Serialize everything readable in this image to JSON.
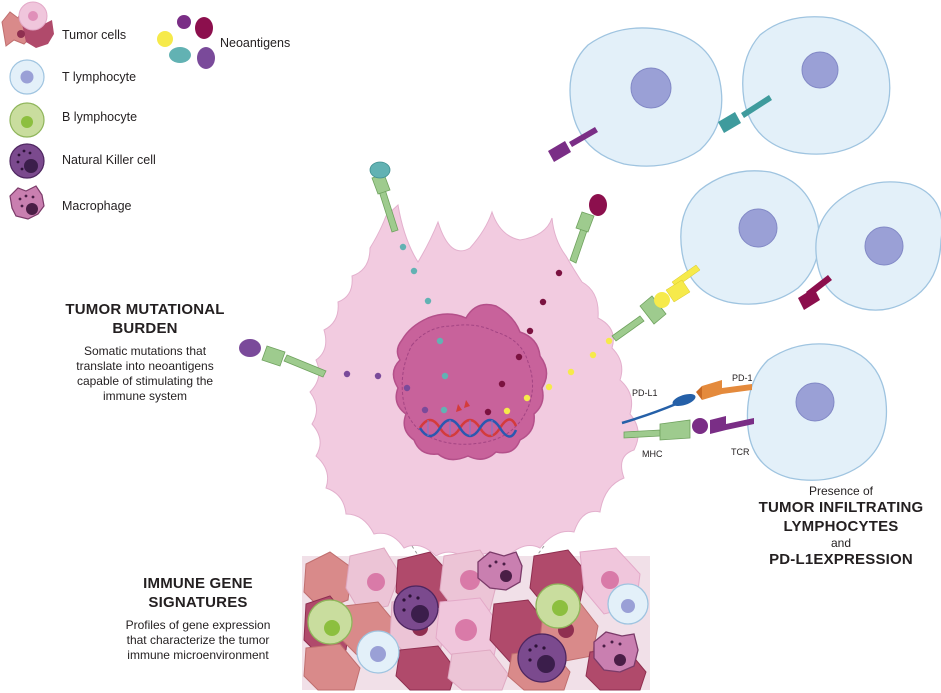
{
  "legend": {
    "tumor_cells": "Tumor cells",
    "t_lymphocyte": "T lymphocyte",
    "b_lymphocyte": "B lymphocyte",
    "nk_cell": "Natural Killer cell",
    "macrophage": "Macrophage",
    "neoantigens": "Neoantigens"
  },
  "tmb": {
    "heading_line1": "TUMOR MUTATIONAL",
    "heading_line2": "BURDEN",
    "desc_line1": "Somatic mutations that",
    "desc_line2": "translate into neoantigens",
    "desc_line3": "capable of stimulating the",
    "desc_line4": "immune system"
  },
  "igs": {
    "heading_line1": "IMMUNE GENE",
    "heading_line2": "SIGNATURES",
    "desc_line1": "Profiles of gene expression",
    "desc_line2": "that characterize the tumor",
    "desc_line3": "immune microenvironment"
  },
  "til": {
    "presence_of": "Presence of",
    "heading_line1": "TUMOR INFILTRATING",
    "heading_line2": "LYMPHOCYTES",
    "and": "and",
    "heading_line3": "PD-L1EXPRESSION"
  },
  "labels": {
    "pd_l1": "PD-L1",
    "pd_1": "PD-1",
    "mhc": "MHC",
    "tcr": "TCR"
  },
  "colors": {
    "tumor_pink": "#f2cbe0",
    "nucleus": "#c8629b",
    "t_cell": "#e3f0f9",
    "t_nucleus": "#9aa0d6",
    "b_cell": "#c9dd9e",
    "nk_cell": "#6f3b80",
    "macrophage": "#c97fb0",
    "neo_teal": "#62b2b3",
    "neo_maroon": "#8c0f4d",
    "neo_yellow": "#f6ea4b",
    "neo_purple": "#7a4a9a",
    "mhc_green": "#9ecb8e",
    "pd1_orange": "#e48a3c",
    "pdl1_blue": "#2560a8"
  }
}
